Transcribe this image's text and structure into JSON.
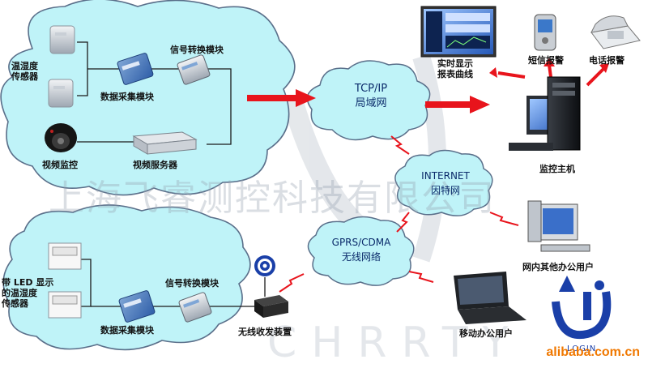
{
  "watermark": "上海飞睿测控科技有限公司",
  "top_network": {
    "temp_humidity_sensor": "温湿度\n传感器",
    "data_acquisition_module": "数据采集模块",
    "signal_conversion_module": "信号转换模块",
    "video_surveillance": "视频监控",
    "video_server": "视频服务器"
  },
  "bottom_network": {
    "led_temp_humidity_sensor": "带 LED 显示\n的温湿度\n传感器",
    "data_acquisition_module": "数据采集模块",
    "signal_conversion_module": "信号转换模块",
    "wireless_transceiver": "无线收发装置"
  },
  "clouds": {
    "lan_line1": "TCP/IP",
    "lan_line2": "局域网",
    "internet_line1": "INTERNET",
    "internet_line2": "因特网",
    "wireless_line1": "GPRS/CDMA",
    "wireless_line2": "无线网络"
  },
  "right_side": {
    "realtime_display": "实时显示\n报表曲线",
    "sms_alarm": "短信报警",
    "phone_alarm": "电话报警",
    "monitor_host": "监控主机",
    "other_office_users": "网内其他办公用户",
    "mobile_office_users": "移动办公用户"
  },
  "logo_text": "LOGIN",
  "source_text": "alibaba.com.cn",
  "colors": {
    "cloud_fill": "#bff3f8",
    "cloud_stroke": "#5a6f8a",
    "arrow_red": "#e8141c",
    "connector": "#1a1a1a",
    "logo_blue": "#1a3fa8"
  }
}
